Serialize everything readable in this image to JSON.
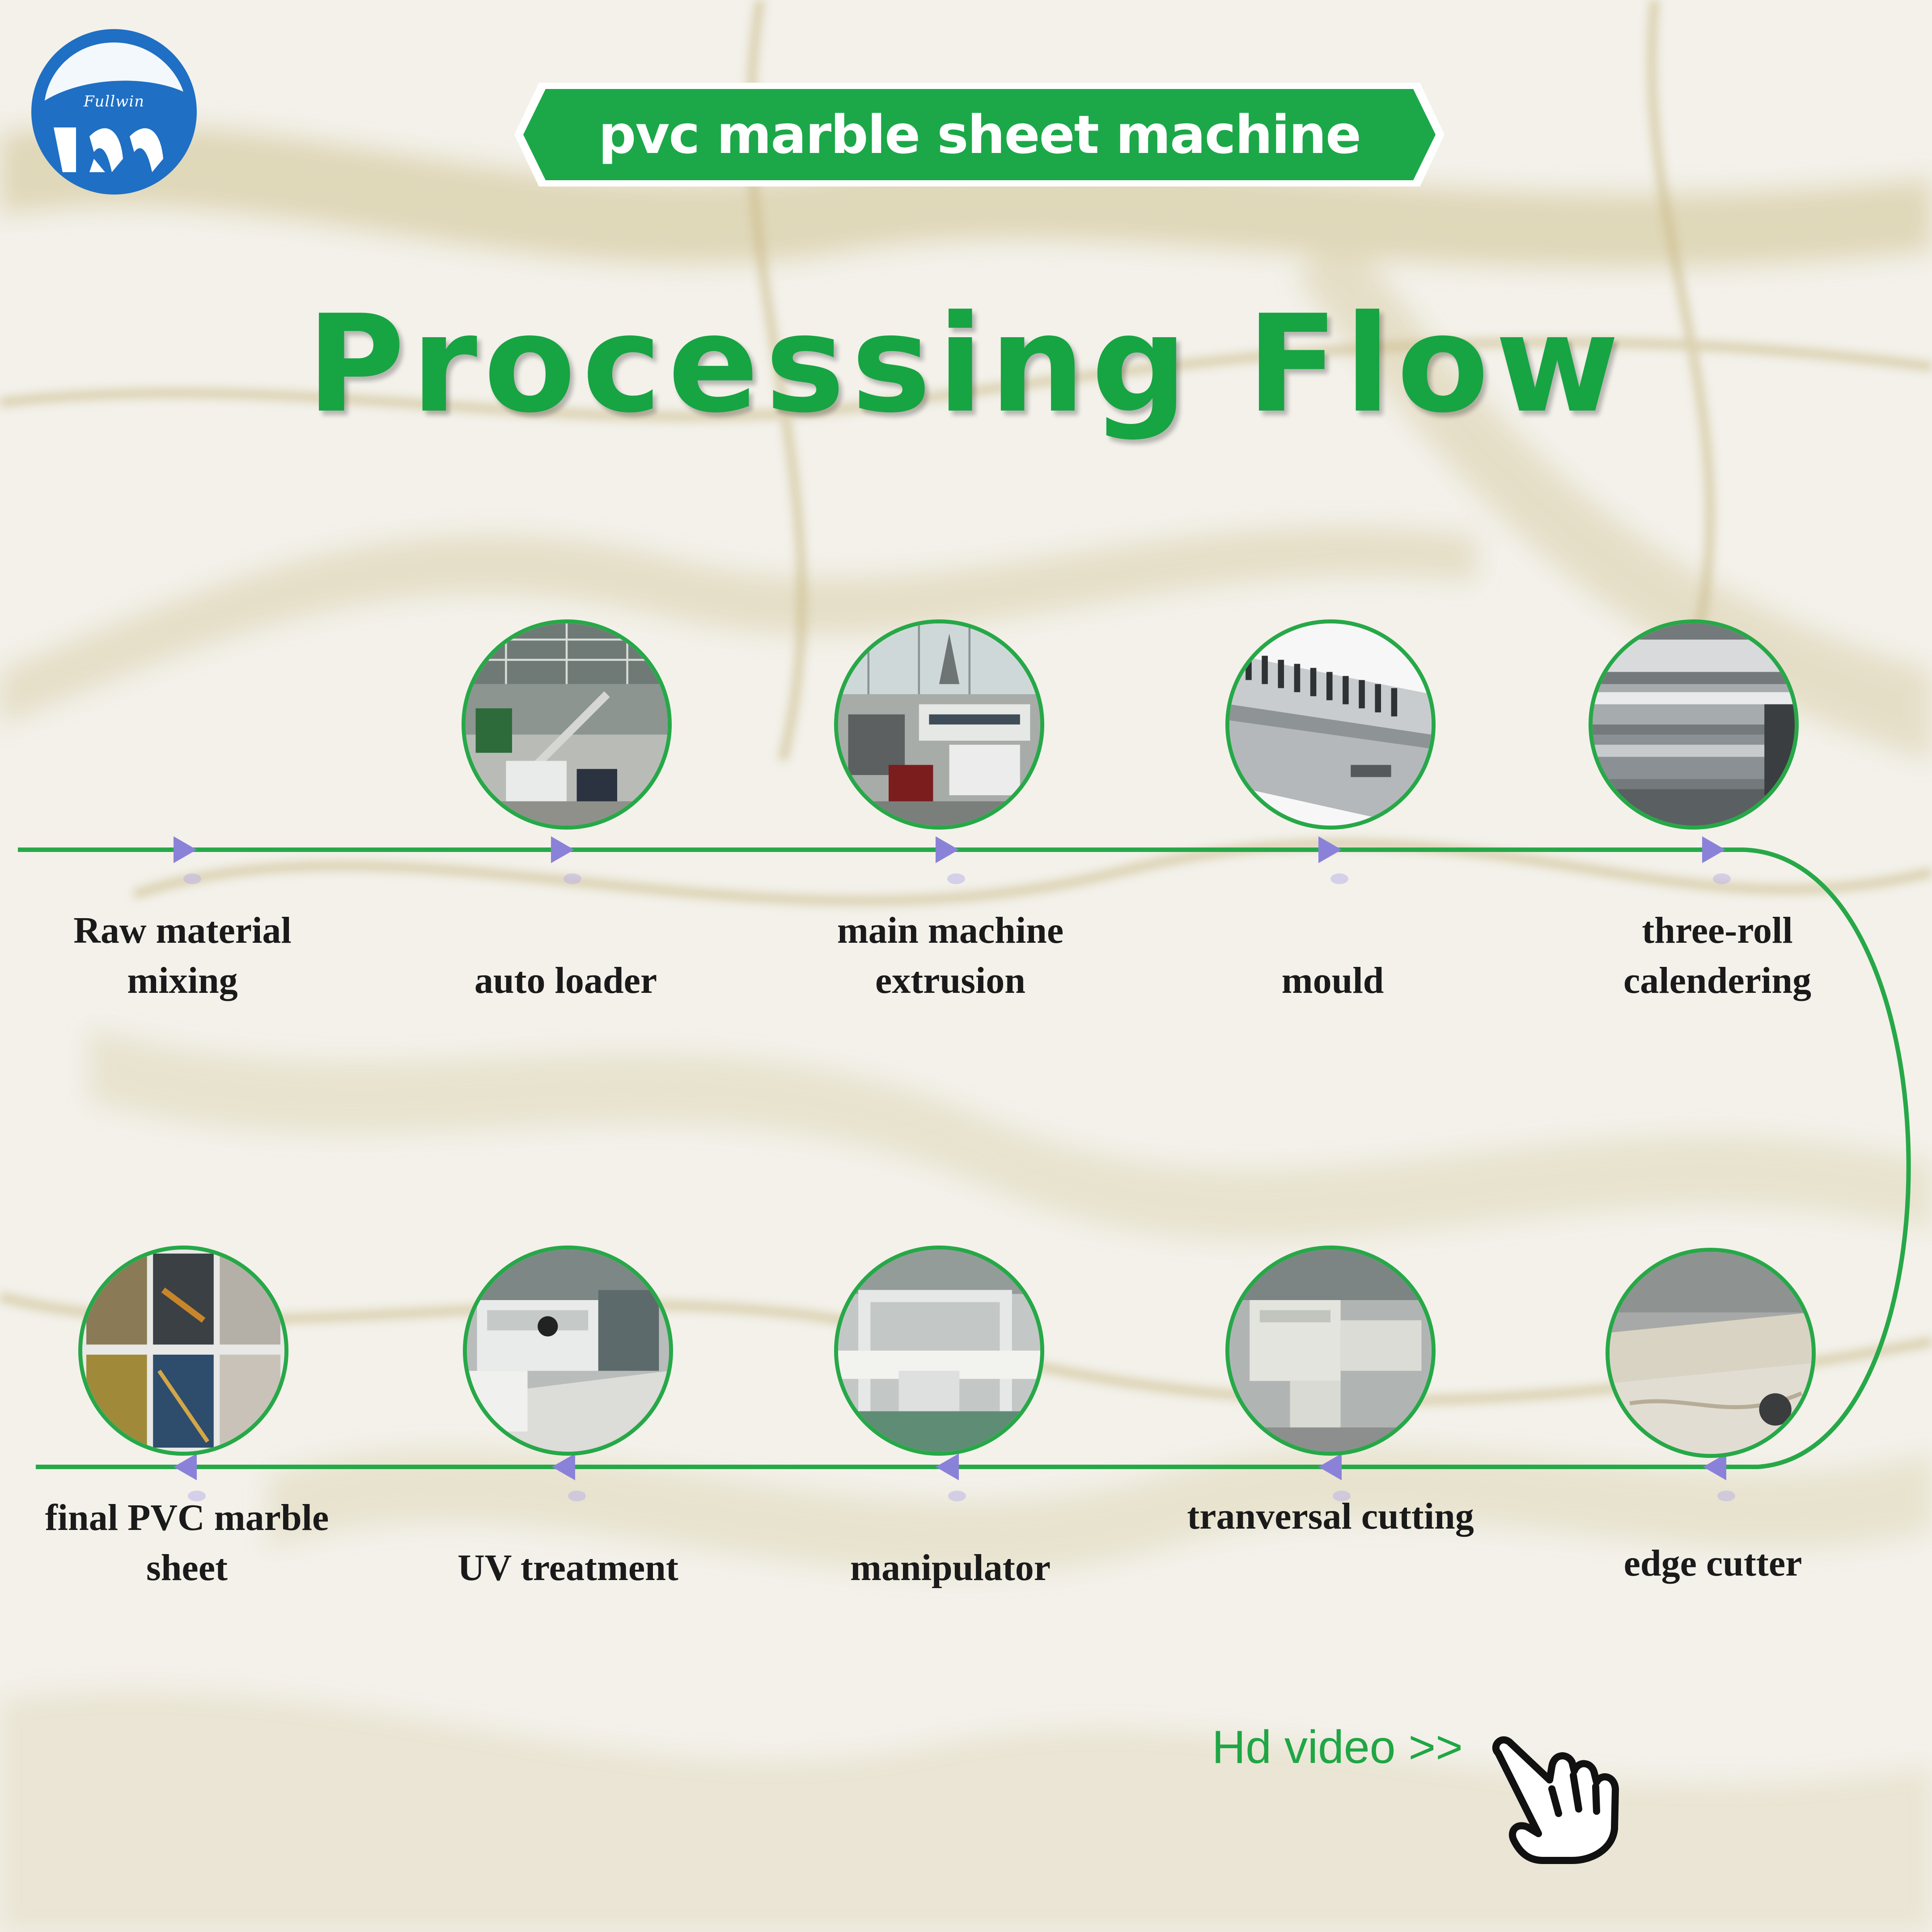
{
  "brand": {
    "logo_text": "Fullwin",
    "colors": {
      "logo_blue": "#1f6fc4",
      "green": "#17a443",
      "line_green": "#27a848",
      "arrow_purple": "#8a82d8"
    }
  },
  "banner": {
    "title": "pvc marble sheet machine"
  },
  "heading": {
    "title": "Processing Flow"
  },
  "steps_top": [
    {
      "label": "Raw material mixing",
      "icon": "none"
    },
    {
      "label": "auto loader",
      "icon": "factory-photo"
    },
    {
      "label": "main machine extrusion",
      "icon": "extruder-photo"
    },
    {
      "label": "mould",
      "icon": "mould-photo"
    },
    {
      "label": "three-roll calendering",
      "icon": "rollers-photo"
    }
  ],
  "steps_bottom": [
    {
      "label": "final PVC marble sheet",
      "icon": "marble-samples-photo"
    },
    {
      "label": "UV treatment",
      "icon": "uv-machine-photo"
    },
    {
      "label": "manipulator",
      "icon": "manipulator-photo"
    },
    {
      "label": "tranversal cutting",
      "icon": "cutter-photo"
    },
    {
      "label": "edge cutter",
      "icon": "edge-cutter-photo"
    }
  ],
  "cta": {
    "text": "Hd video >>",
    "icon": "pointing-hand-icon"
  }
}
